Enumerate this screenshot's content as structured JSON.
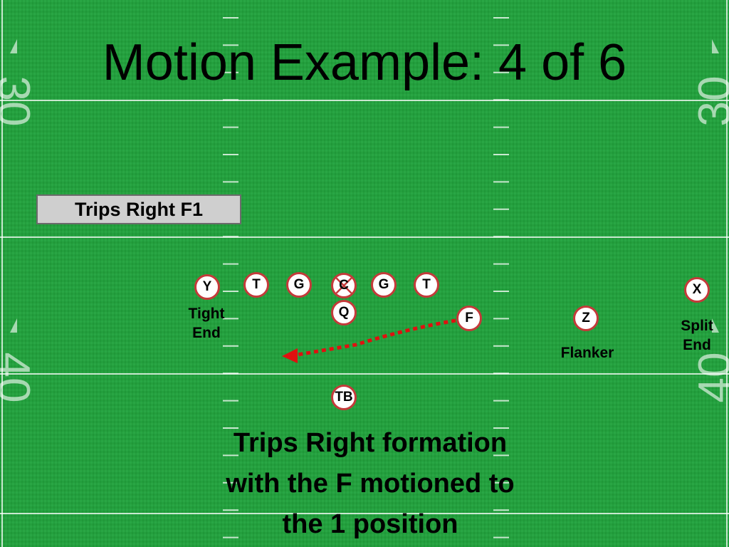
{
  "title": "Motion Example: 4 of 6",
  "formation_label": "Trips Right F1",
  "players": {
    "y": "Y",
    "t1": "T",
    "g1": "G",
    "c": "C",
    "g2": "G",
    "t2": "T",
    "q": "Q",
    "f": "F",
    "z": "Z",
    "x": "X",
    "tb": "TB"
  },
  "labels": {
    "tight_end": [
      "Tight",
      "End"
    ],
    "flanker": "Flanker",
    "split_end": [
      "Split",
      "End"
    ]
  },
  "caption": [
    "Trips Right formation",
    "with the F motioned to",
    "the 1 position"
  ],
  "yard_numbers": {
    "top": "30",
    "bottom": "40"
  },
  "colors": {
    "field": "#21a23c",
    "player_border": "#c43a3a",
    "motion_line": "#e01010"
  }
}
